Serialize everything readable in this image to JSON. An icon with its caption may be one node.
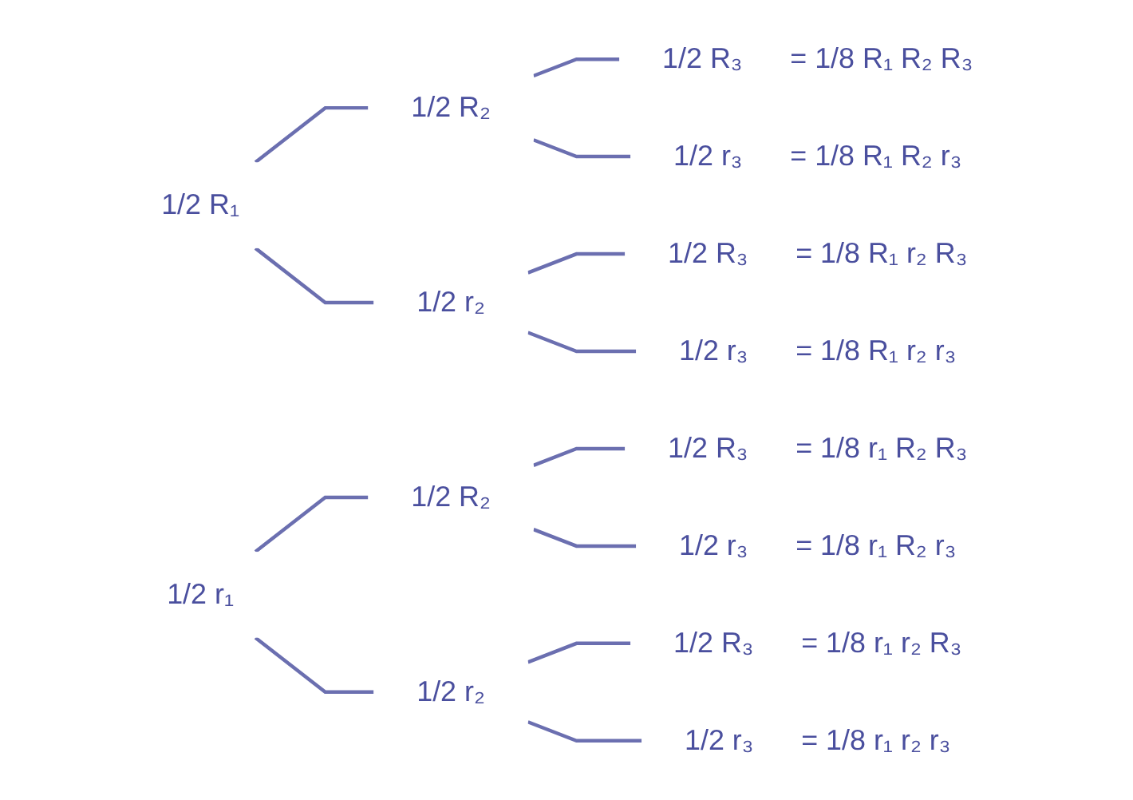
{
  "diagram": {
    "nodes": [
      {
        "text": [
          "1/2 R₁"
        ]
      },
      {
        "text": [
          "1/2 R₂"
        ]
      },
      {
        "text": [
          "1/2 R₃",
          "= 1/8 R₁ R₂ R₃"
        ]
      },
      {
        "text": [
          "1/2 r₃",
          "= 1/8 R₁ R₂ r₃"
        ]
      },
      {
        "text": [
          "1/2 r₂"
        ]
      },
      {
        "text": [
          "1/2 R₃",
          "= 1/8 R₁ r₂ R₃"
        ]
      },
      {
        "text": [
          "1/2 r₃",
          "= 1/8 R₁ r₂ r₃"
        ]
      },
      {
        "text": [
          "1/2 r₁"
        ]
      },
      {
        "text": [
          "1/2 R₂"
        ]
      },
      {
        "text": [
          "1/2 R₃",
          "= 1/8 r₁ R₂ R₃"
        ]
      },
      {
        "text": [
          "1/2 r₃",
          "= 1/8 r₁ R₂ r₃"
        ]
      },
      {
        "text": [
          "1/2 r₂"
        ]
      },
      {
        "text": [
          "1/2 R₃",
          "= 1/8 r₁ r₂ R₃"
        ]
      },
      {
        "text": [
          "1/2 r₃",
          "= 1/8 r₁ r₂ r₃"
        ]
      }
    ],
    "edges": [
      {
        "from": 0,
        "to": 1,
        "arrow": "none"
      },
      {
        "from": 0,
        "to": 4,
        "arrow": "none"
      },
      {
        "from": 1,
        "to": 2,
        "arrow": "none"
      },
      {
        "from": 1,
        "to": 3,
        "arrow": "none"
      },
      {
        "from": 4,
        "to": 5,
        "arrow": "none"
      },
      {
        "from": 4,
        "to": 6,
        "arrow": "none"
      },
      {
        "from": 7,
        "to": 8,
        "arrow": "none"
      },
      {
        "from": 7,
        "to": 11,
        "arrow": "none"
      },
      {
        "from": 8,
        "to": 9,
        "arrow": "none"
      },
      {
        "from": 8,
        "to": 10,
        "arrow": "none"
      },
      {
        "from": 11,
        "to": 12,
        "arrow": "none"
      },
      {
        "from": 11,
        "to": 13,
        "arrow": "none"
      }
    ]
  }
}
